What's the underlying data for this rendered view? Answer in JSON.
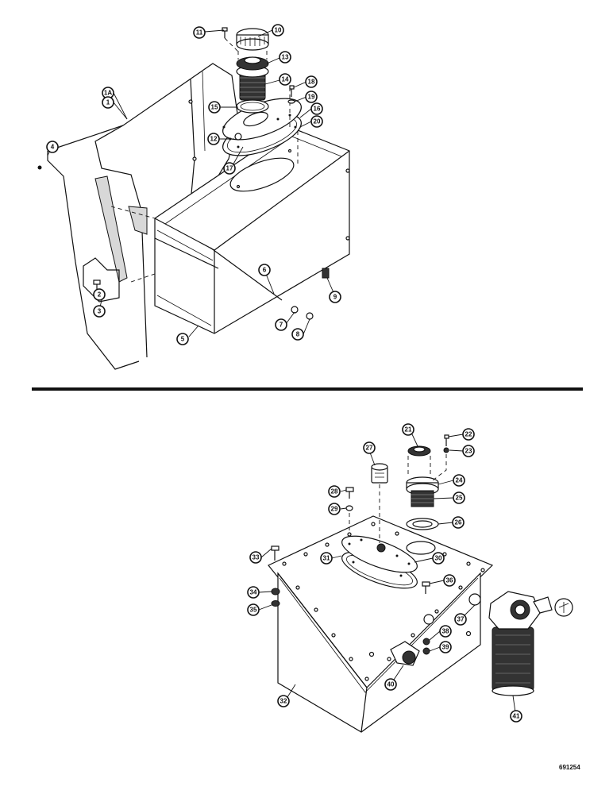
{
  "callouts": [
    {
      "id": "c11",
      "label": "11"
    },
    {
      "id": "c10",
      "label": "10"
    },
    {
      "id": "c13",
      "label": "13"
    },
    {
      "id": "c14",
      "label": "14"
    },
    {
      "id": "c18",
      "label": "18"
    },
    {
      "id": "c19",
      "label": "19"
    },
    {
      "id": "c1a",
      "label": "1A"
    },
    {
      "id": "c1",
      "label": "1"
    },
    {
      "id": "c15",
      "label": "15"
    },
    {
      "id": "c16",
      "label": "16"
    },
    {
      "id": "c20",
      "label": "20"
    },
    {
      "id": "c12",
      "label": "12"
    },
    {
      "id": "c17",
      "label": "17"
    },
    {
      "id": "c4",
      "label": "4"
    },
    {
      "id": "c6",
      "label": "6"
    },
    {
      "id": "c9",
      "label": "9"
    },
    {
      "id": "c2",
      "label": "2"
    },
    {
      "id": "c3",
      "label": "3"
    },
    {
      "id": "c7",
      "label": "7"
    },
    {
      "id": "c8",
      "label": "8"
    },
    {
      "id": "c5",
      "label": "5"
    },
    {
      "id": "c21",
      "label": "21"
    },
    {
      "id": "c22",
      "label": "22"
    },
    {
      "id": "c23",
      "label": "23"
    },
    {
      "id": "c27",
      "label": "27"
    },
    {
      "id": "c24",
      "label": "24"
    },
    {
      "id": "c28",
      "label": "28"
    },
    {
      "id": "c25",
      "label": "25"
    },
    {
      "id": "c29",
      "label": "29"
    },
    {
      "id": "c26",
      "label": "26"
    },
    {
      "id": "c33",
      "label": "33"
    },
    {
      "id": "c31",
      "label": "31"
    },
    {
      "id": "c30",
      "label": "30"
    },
    {
      "id": "c36",
      "label": "36"
    },
    {
      "id": "c34",
      "label": "34"
    },
    {
      "id": "c37",
      "label": "37"
    },
    {
      "id": "c35",
      "label": "35"
    },
    {
      "id": "c38",
      "label": "38"
    },
    {
      "id": "c39",
      "label": "39"
    },
    {
      "id": "c40",
      "label": "40"
    },
    {
      "id": "c32",
      "label": "32"
    },
    {
      "id": "c41",
      "label": "41"
    }
  ],
  "drawing_code": "691254"
}
